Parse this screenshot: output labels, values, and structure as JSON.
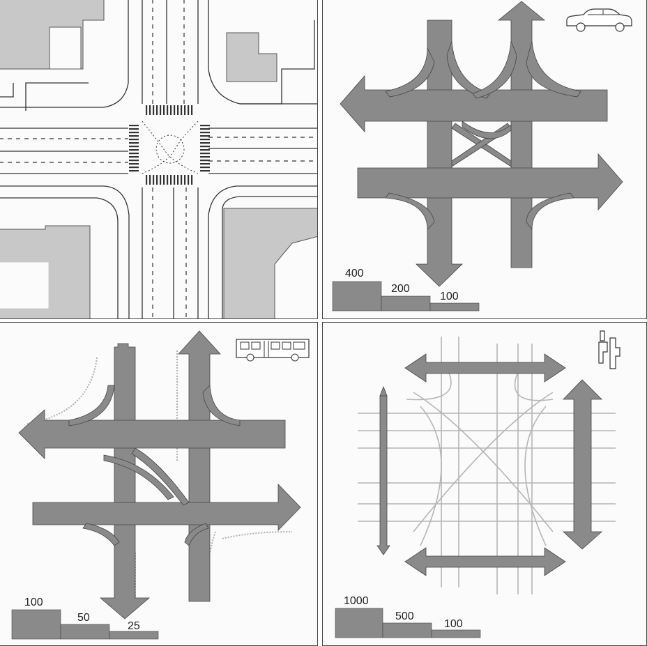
{
  "colors": {
    "flow": "#8a8a8a",
    "flow_dark": "#707070",
    "building": "#c4c4c4",
    "thin_flow": "#b0b0b0",
    "line": "#333333"
  },
  "icons": {
    "car": "car-icon",
    "bus": "bus-icon",
    "pedestrian": "pedestrian-icon"
  },
  "panels": {
    "map": {
      "name": "intersection-plan"
    },
    "car": {
      "scale": [
        "400",
        "200",
        "100"
      ]
    },
    "bus": {
      "scale": [
        "100",
        "50",
        "25"
      ]
    },
    "pedestrian": {
      "scale": [
        "1000",
        "500",
        "100"
      ]
    }
  }
}
